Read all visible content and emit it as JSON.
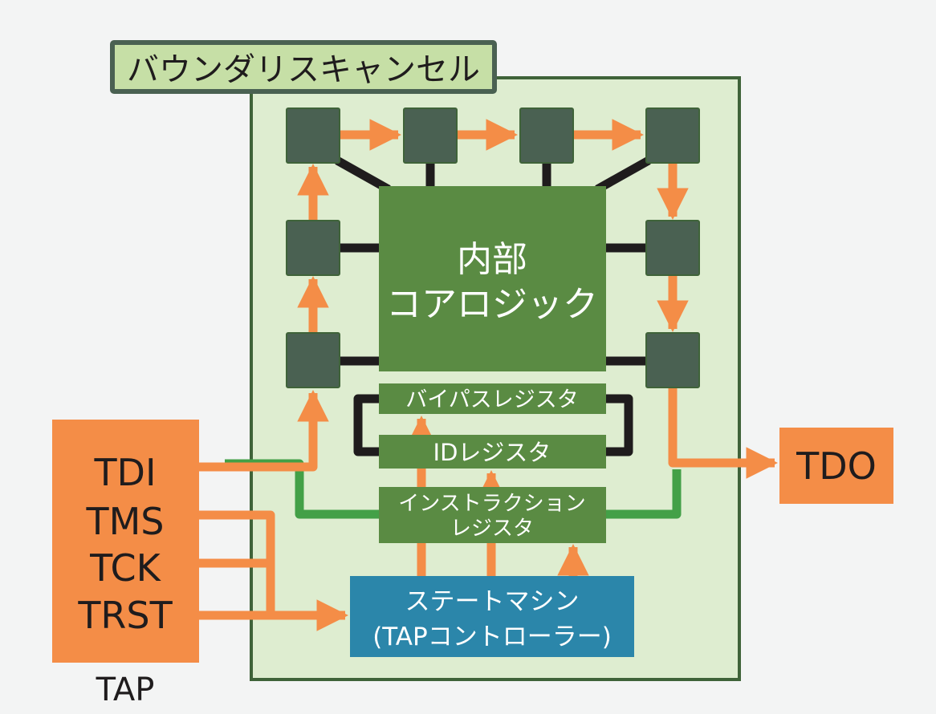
{
  "title": "バウンダリスキャンセル",
  "core_logic": {
    "line1": "内部",
    "line2": "コアロジック"
  },
  "registers": {
    "bypass": "バイパスレジスタ",
    "id": "IDレジスタ",
    "instruction_line1": "インストラクション",
    "instruction_line2": "レジスタ"
  },
  "state_machine": {
    "line1": "ステートマシン",
    "line2": "(TAPコントローラー)"
  },
  "tap": {
    "signals": [
      "TDI",
      "TMS",
      "TCK",
      "TRST"
    ],
    "label": "TAP"
  },
  "tdo": "TDO",
  "colors": {
    "background": "#f3f4f4",
    "boundary_fill": "#deedd0",
    "boundary_stroke": "#3f6339",
    "title_fill": "#c6dfa6",
    "cell": "#4a6152",
    "logic_block": "#5a8b43",
    "state_machine": "#2b86aa",
    "signal_orange": "#f48d47",
    "control_green": "#43a047",
    "wire_black": "#1f1c1d"
  }
}
